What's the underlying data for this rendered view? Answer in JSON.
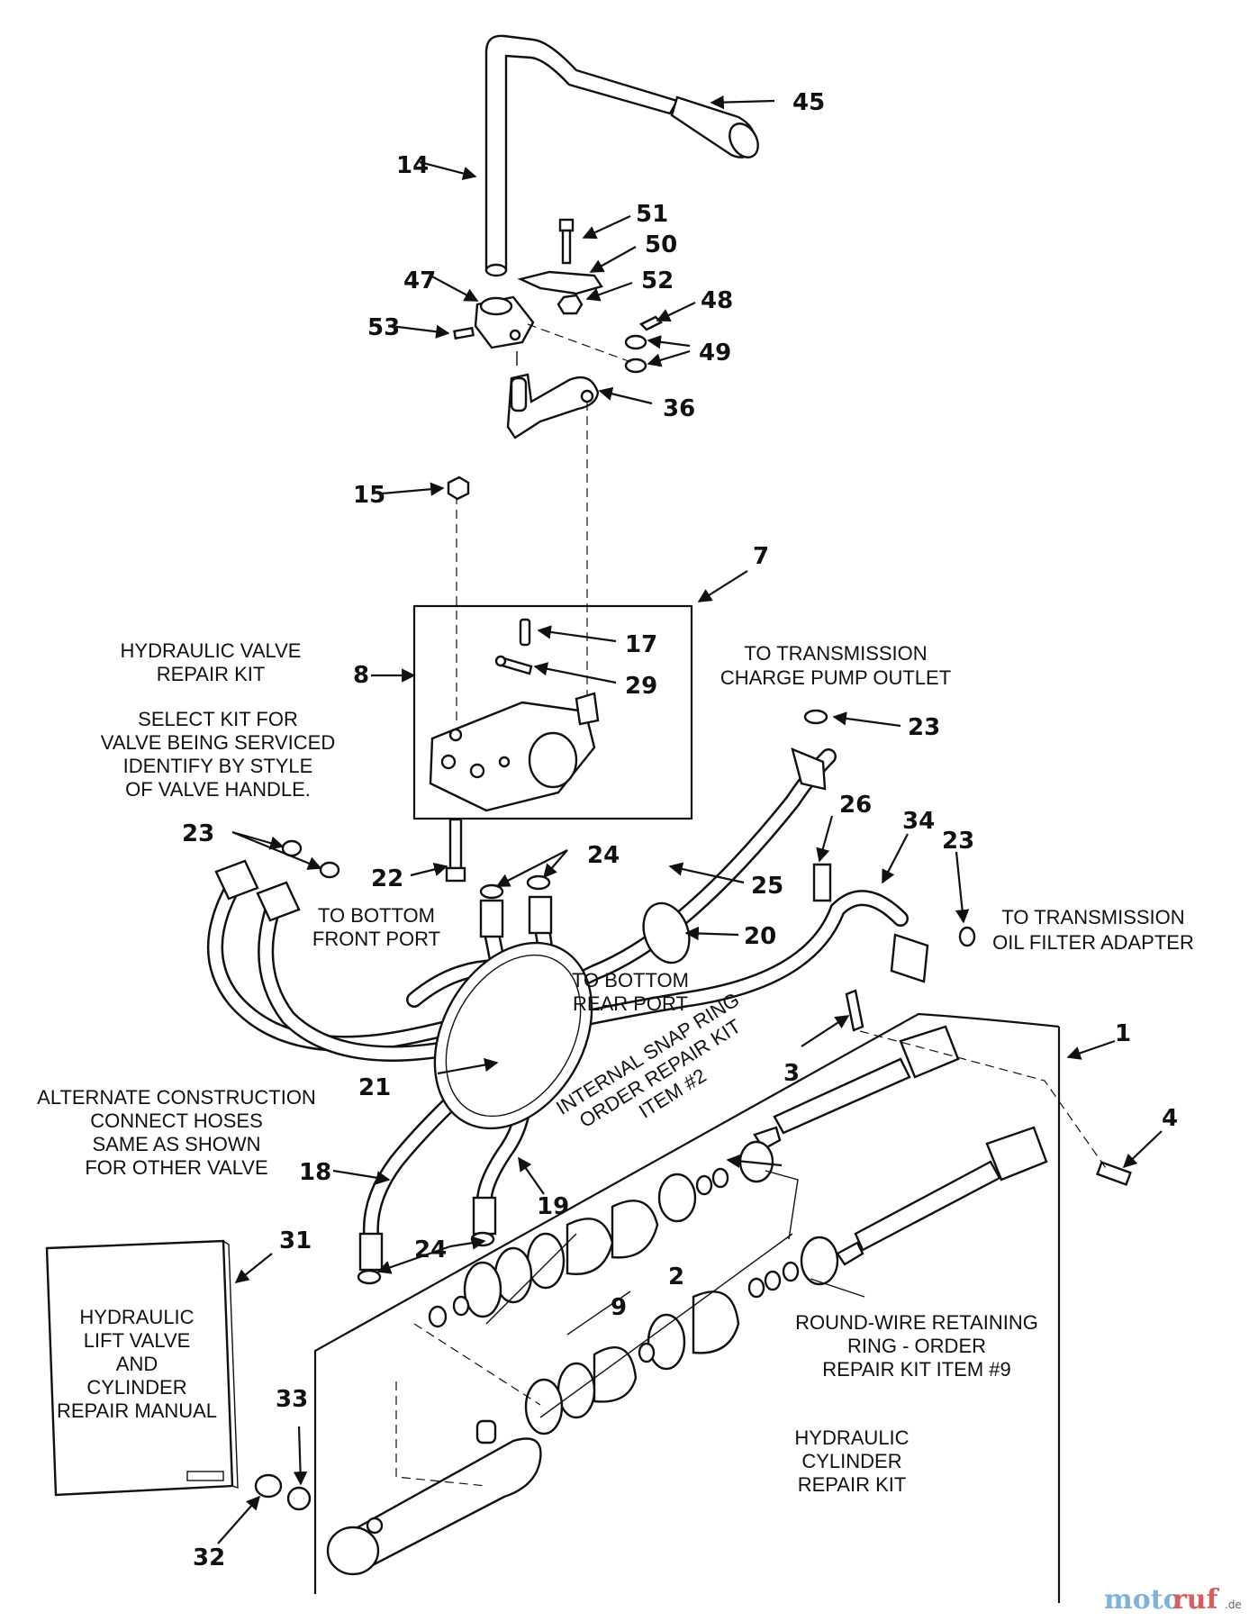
{
  "callouts": {
    "n1": "1",
    "n2": "2",
    "n3": "3",
    "n4": "4",
    "n7": "7",
    "n8": "8",
    "n9": "9",
    "n14": "14",
    "n15": "15",
    "n17": "17",
    "n18": "18",
    "n19": "19",
    "n20": "20",
    "n21": "21",
    "n22": "22",
    "n23a": "23",
    "n23b": "23",
    "n23c": "23",
    "n24a": "24",
    "n24b": "24",
    "n25": "25",
    "n26": "26",
    "n29": "29",
    "n31": "31",
    "n32": "32",
    "n33": "33",
    "n34": "34",
    "n36": "36",
    "n45": "45",
    "n47": "47",
    "n48": "48",
    "n49": "49",
    "n50": "50",
    "n51": "51",
    "n52": "52",
    "n53": "53"
  },
  "labels": {
    "valve_kit": [
      "HYDRAULIC VALVE",
      "REPAIR KIT"
    ],
    "select_kit": [
      "SELECT KIT FOR",
      "VALVE BEING SERVICED",
      "IDENTIFY BY STYLE",
      "OF VALVE HANDLE."
    ],
    "charge_pump": [
      "TO TRANSMISSION",
      "CHARGE PUMP OUTLET"
    ],
    "bottom_front": [
      "TO BOTTOM",
      "FRONT PORT"
    ],
    "bottom_rear": [
      "TO BOTTOM",
      "REAR PORT"
    ],
    "oil_filter": [
      "TO TRANSMISSION",
      "OIL FILTER ADAPTER"
    ],
    "alternate": [
      "ALTERNATE CONSTRUCTION",
      "CONNECT HOSES",
      "SAME AS SHOWN",
      "FOR OTHER VALVE"
    ],
    "snap_ring": [
      "INTERNAL SNAP RING",
      "ORDER REPAIR KIT",
      "ITEM #2"
    ],
    "round_wire": [
      "ROUND-WIRE RETAINING",
      "RING - ORDER",
      "REPAIR KIT ITEM #9"
    ],
    "cylinder_kit": [
      "HYDRAULIC",
      "CYLINDER",
      "REPAIR KIT"
    ],
    "manual": [
      "HYDRAULIC",
      "LIFT VALVE",
      "AND",
      "CYLINDER",
      "REPAIR MANUAL"
    ]
  },
  "watermark": {
    "part1": "moto",
    "part2": "ruf",
    "suffix": ".de"
  }
}
